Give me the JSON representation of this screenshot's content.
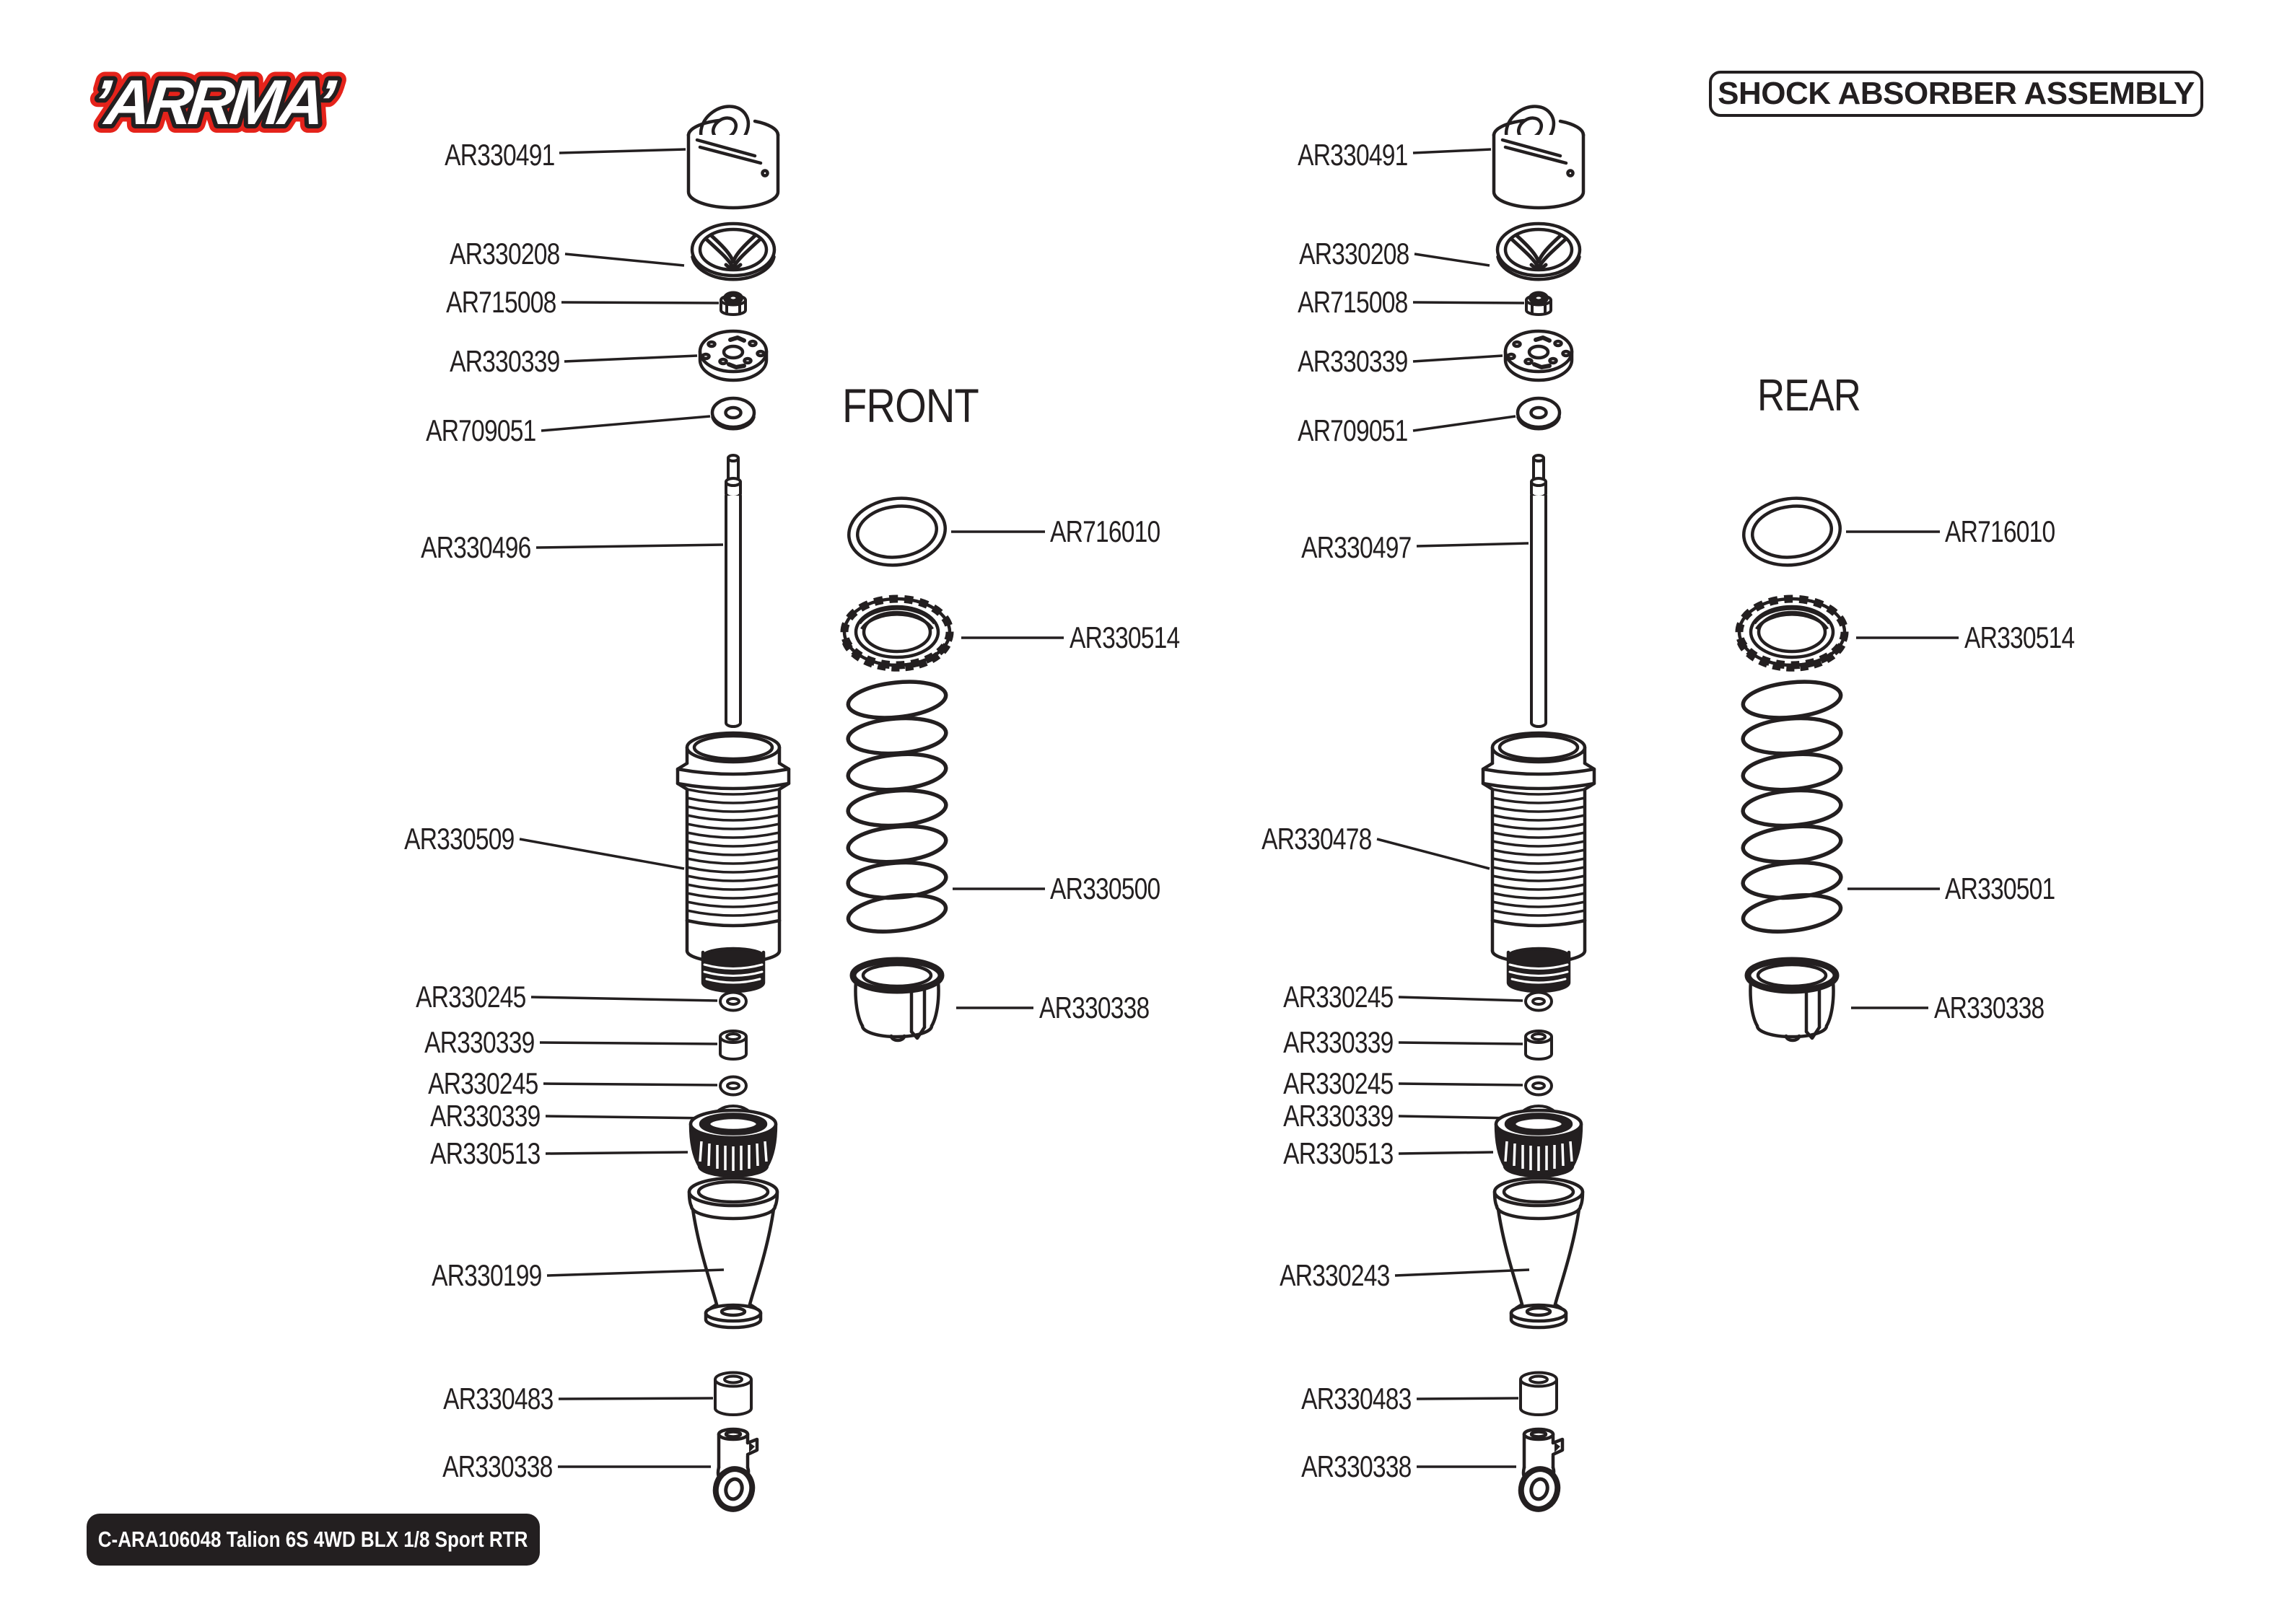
{
  "page": {
    "background": "#ffffff",
    "ink": "#231f20",
    "accent_red": "#e5231b"
  },
  "header": {
    "logo_text": "’ARRMA’",
    "title": "SHOCK ABSORBER ASSEMBLY"
  },
  "footer": {
    "badge": "C-ARA106048 Talion 6S 4WD BLX 1/8 Sport RTR"
  },
  "diagrams": [
    {
      "heading": "FRONT",
      "labels": [
        {
          "text": "AR330491"
        },
        {
          "text": "AR330208"
        },
        {
          "text": "AR715008"
        },
        {
          "text": "AR330339"
        },
        {
          "text": "AR709051"
        },
        {
          "text": "AR330496"
        },
        {
          "text": "AR330509"
        },
        {
          "text": "AR330245"
        },
        {
          "text": "AR330339"
        },
        {
          "text": "AR330245"
        },
        {
          "text": "AR330339"
        },
        {
          "text": "AR330513"
        },
        {
          "text": "AR330199"
        },
        {
          "text": "AR330483"
        },
        {
          "text": "AR330338"
        },
        {
          "text": "AR716010"
        },
        {
          "text": "AR330514"
        },
        {
          "text": "AR330500"
        },
        {
          "text": "AR330338"
        }
      ]
    },
    {
      "heading": "REAR",
      "labels": [
        {
          "text": "AR330491"
        },
        {
          "text": "AR330208"
        },
        {
          "text": "AR715008"
        },
        {
          "text": "AR330339"
        },
        {
          "text": "AR709051"
        },
        {
          "text": "AR330497"
        },
        {
          "text": "AR330478"
        },
        {
          "text": "AR330245"
        },
        {
          "text": "AR330339"
        },
        {
          "text": "AR330245"
        },
        {
          "text": "AR330339"
        },
        {
          "text": "AR330513"
        },
        {
          "text": "AR330243"
        },
        {
          "text": "AR330483"
        },
        {
          "text": "AR330338"
        },
        {
          "text": "AR716010"
        },
        {
          "text": "AR330514"
        },
        {
          "text": "AR330501"
        },
        {
          "text": "AR330338"
        }
      ]
    }
  ]
}
